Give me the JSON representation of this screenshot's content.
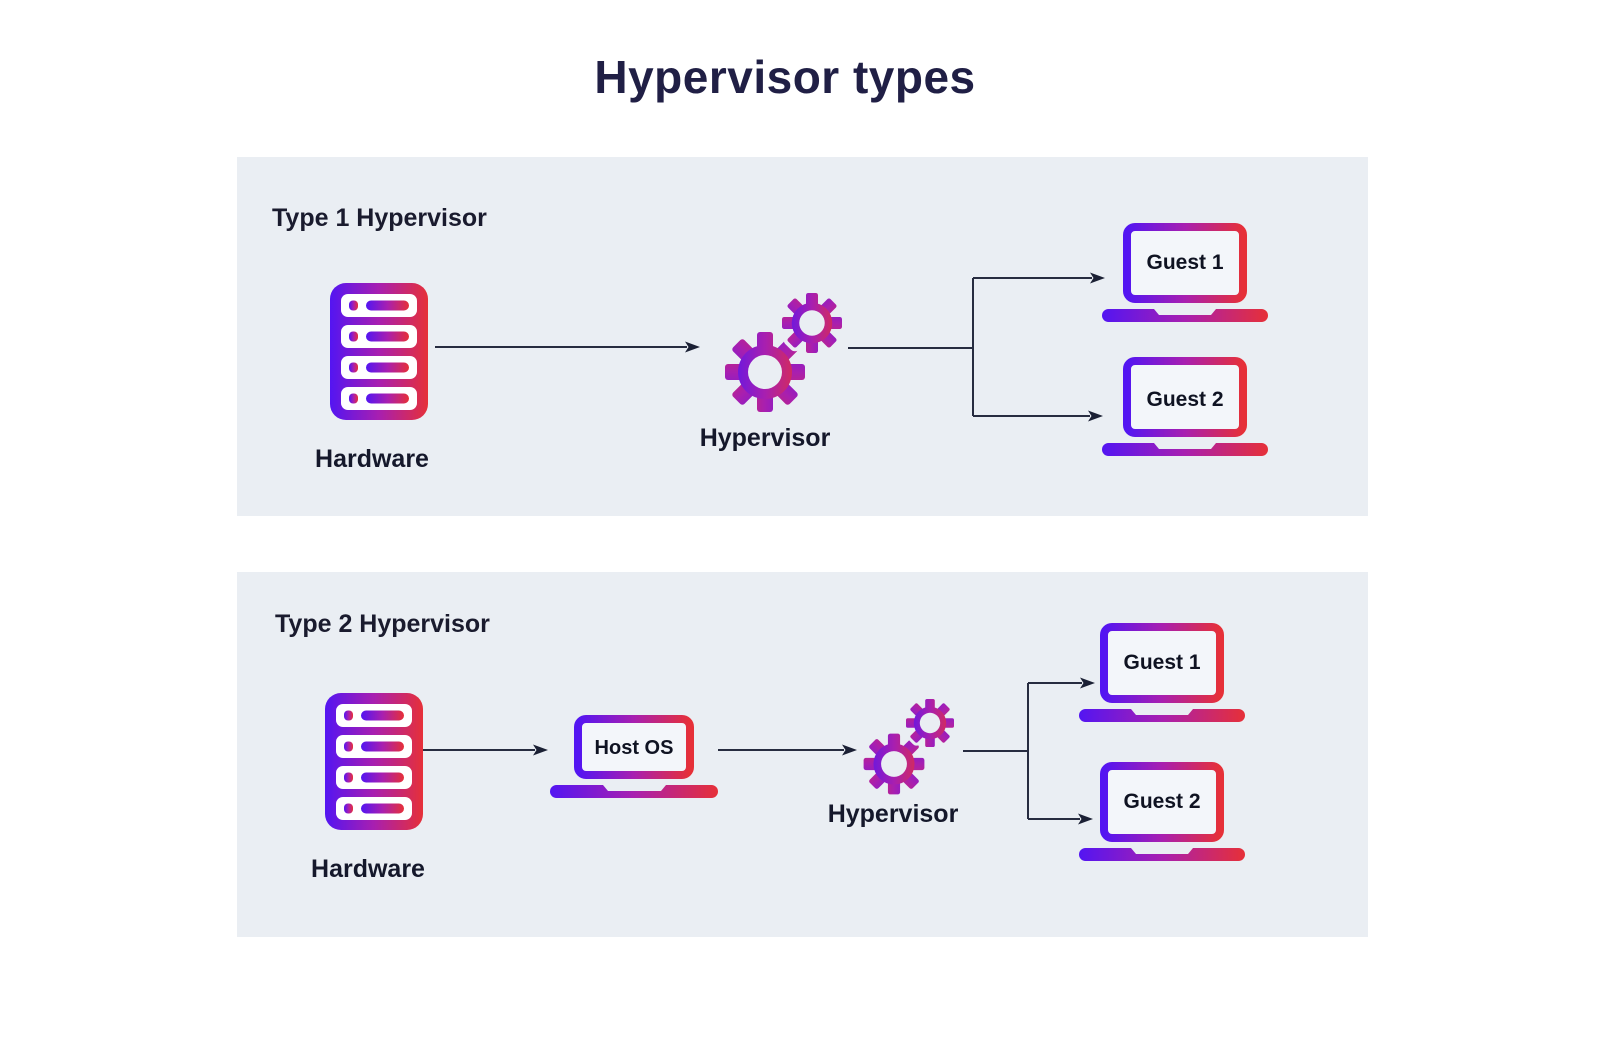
{
  "title": "Hypervisor types",
  "panels": [
    {
      "heading": "Type 1 Hypervisor",
      "hardware": "Hardware",
      "hypervisor": "Hypervisor",
      "guest1": "Guest 1",
      "guest2": "Guest 2"
    },
    {
      "heading": "Type 2 Hypervisor",
      "hardware": "Hardware",
      "host_os": "Host OS",
      "hypervisor": "Hypervisor",
      "guest1": "Guest 1",
      "guest2": "Guest 2"
    }
  ],
  "icons": {
    "hardware": "server-rack-icon",
    "hypervisor": "gears-icon",
    "host_os": "laptop-icon",
    "guest": "laptop-icon",
    "connector": "arrow-icon"
  },
  "colors": {
    "page_background": "#FFFFFF",
    "panel_background": "#EAEEF3",
    "gradient_start": "#5315F2",
    "gradient_mid": "#A81FB0",
    "gradient_end": "#E63038",
    "line_color": "#272C40",
    "arrowhead_color": "#1B2034",
    "title_color": "#201F45",
    "label_color": "#15182B"
  }
}
